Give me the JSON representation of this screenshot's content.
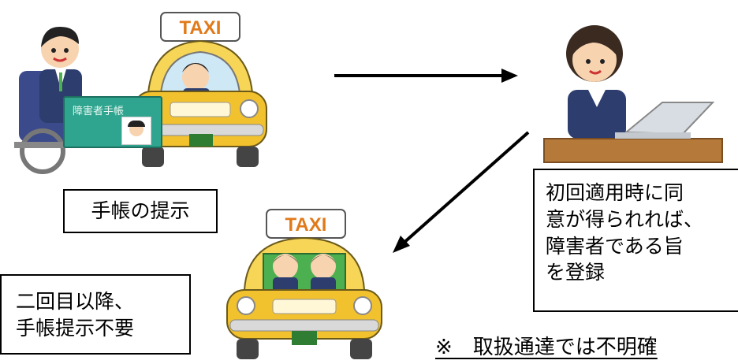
{
  "labels": {
    "present_notebook": "手帳の提示",
    "registration_lines": [
      "初回適用時に同",
      "意が得られれば、",
      "障害者である旨",
      "を登録"
    ],
    "second_time_lines": [
      "二回目以降、",
      "手帳提示不要"
    ],
    "note": "※　取扱通達では不明確"
  },
  "taxi_sign": "TAXI",
  "notebook_cover_text": "障害者手帳",
  "colors": {
    "taxi_body": "#f2c12e",
    "taxi_roof": "#f7d557",
    "notebook": "#2fa58f",
    "driver_vest": "#2c3d6e",
    "wheelchair": "#3a4a8a",
    "arrow": "#000000"
  }
}
